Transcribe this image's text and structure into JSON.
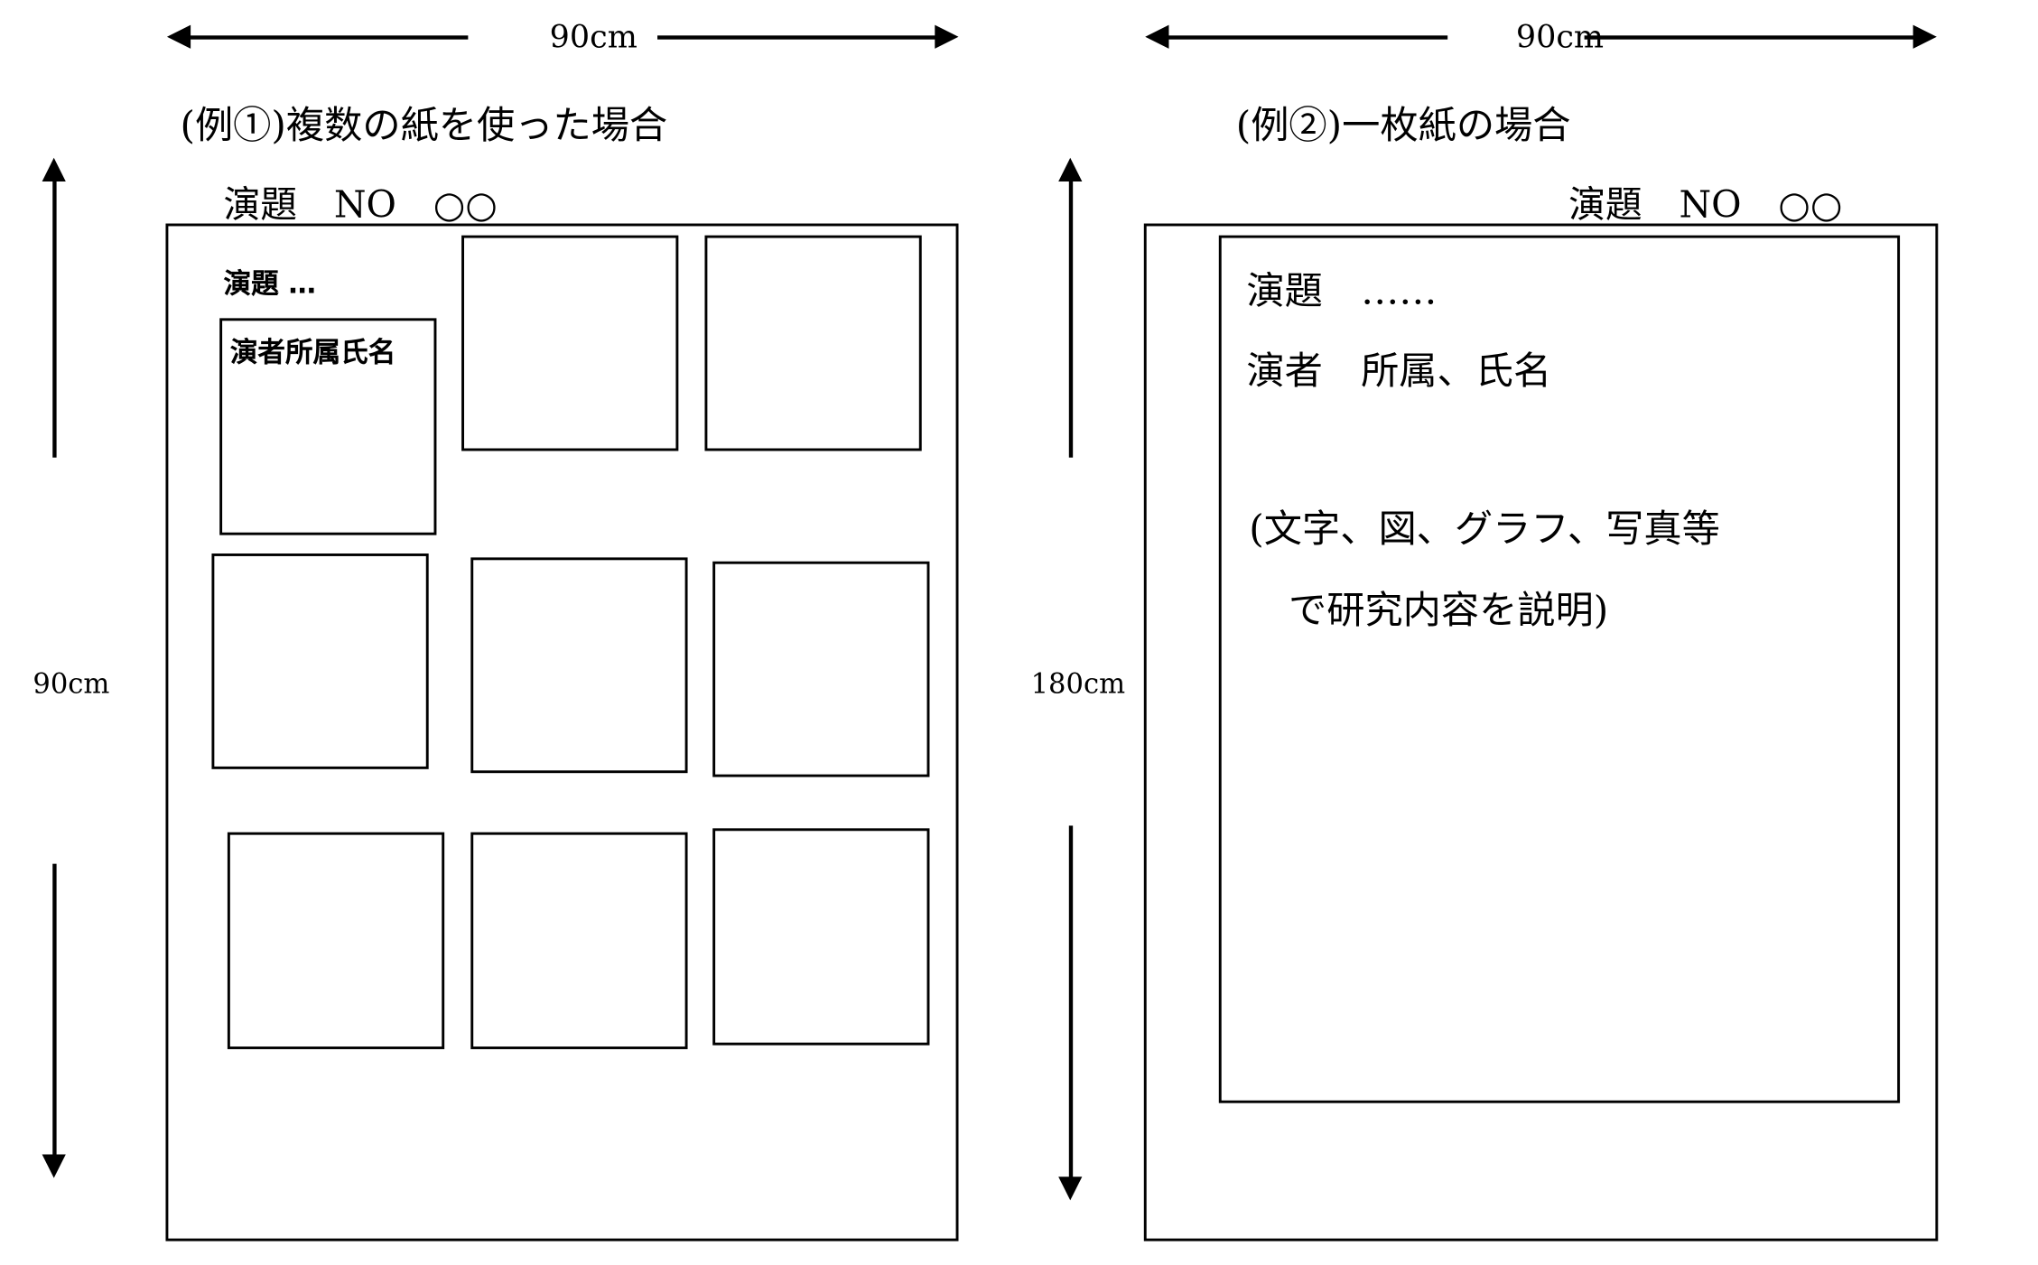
{
  "example1": {
    "width_label": "90cm",
    "height_label": "90cm",
    "title": "(例①)複数の紙を使った場合",
    "number_label": "演題　NO　○○",
    "topic_label": "演題 …",
    "presenter_label": "演者所属氏名"
  },
  "example2": {
    "width_label": "90cm",
    "height_label": "180cm",
    "title": "(例②)一枚紙の場合",
    "number_label": "演題　NO　○○",
    "topic_line": "演題　……",
    "presenter_line": "演者　所属、氏名",
    "content_line1": "(文字、図、グラフ、写真等",
    "content_line2": "で研究内容を説明)"
  }
}
